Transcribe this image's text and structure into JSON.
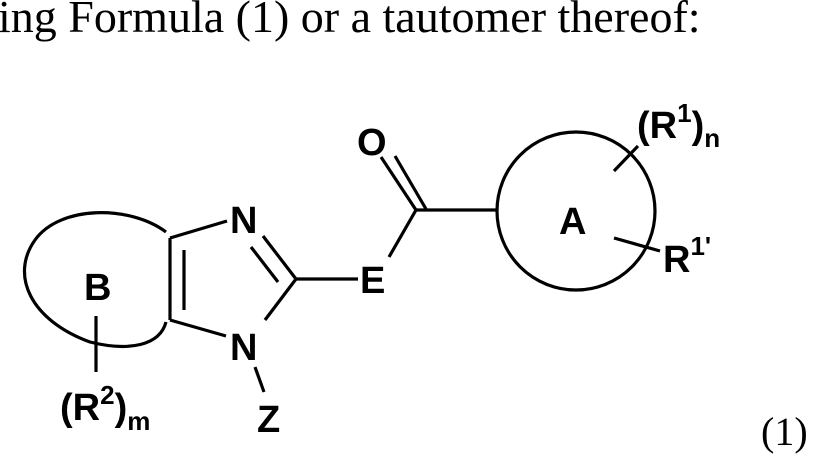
{
  "text": {
    "intro": "ing Formula (1) or a tautomer thereof:",
    "formula_number": "(1)"
  },
  "structure": {
    "ring_b_label": "B",
    "ring_a_label": "A",
    "n_top": "N",
    "n_bottom": "N",
    "z": "Z",
    "e": "E",
    "o": "O",
    "r2": {
      "base": "(R",
      "sup": "2",
      "close": ")",
      "sub": "m"
    },
    "r1": {
      "base": "(R",
      "sup": "1",
      "close": ")",
      "sub": "n"
    },
    "r1prime": {
      "base": "R",
      "sup": "1'"
    }
  }
}
